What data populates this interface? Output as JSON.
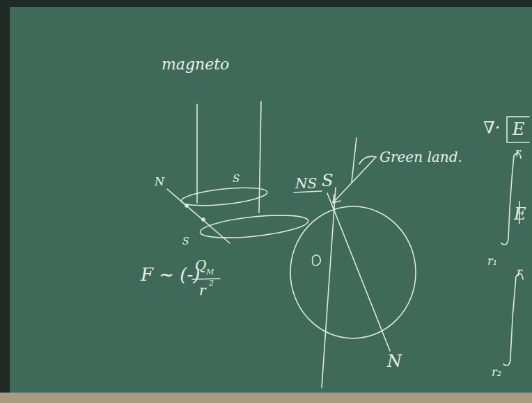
{
  "diagram": {
    "labels": [
      "magneto",
      "N",
      "S",
      "S",
      "NS",
      "S",
      "Green land.",
      "N",
      "F ~ (-)",
      "Q",
      "M",
      "r",
      "2",
      "∇·",
      "E",
      "r",
      "r₁",
      "E",
      "r",
      "r₂"
    ]
  }
}
